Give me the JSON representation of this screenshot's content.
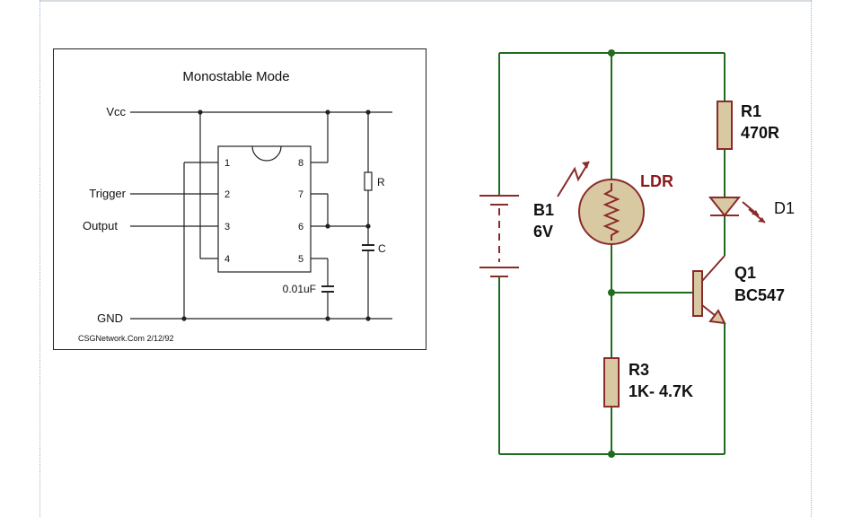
{
  "monostable": {
    "title": "Monostable Mode",
    "labels": {
      "vcc": "Vcc",
      "trigger": "Trigger",
      "output": "Output",
      "gnd": "GND",
      "resistor": "R",
      "capacitor": "C",
      "cap_value": "0.01uF",
      "credit": "CSGNetwork.Com 2/12/92"
    },
    "pins": [
      "1",
      "2",
      "3",
      "4",
      "8",
      "7",
      "6",
      "5"
    ]
  },
  "ldr_circuit": {
    "battery_name": "B1",
    "battery_value": "6V",
    "ldr_label": "LDR",
    "r1_name": "R1",
    "r1_value": "470R",
    "d1_name": "D1",
    "q1_name": "Q1",
    "q1_value": "BC547",
    "r3_name": "R3",
    "r3_value": "1K- 4.7K"
  },
  "colors": {
    "wire_green": "#1f6b1f",
    "component_brown": "#8b2a2a",
    "component_fill": "#d9c9a3",
    "ldr_label": "#8b1a1a"
  }
}
